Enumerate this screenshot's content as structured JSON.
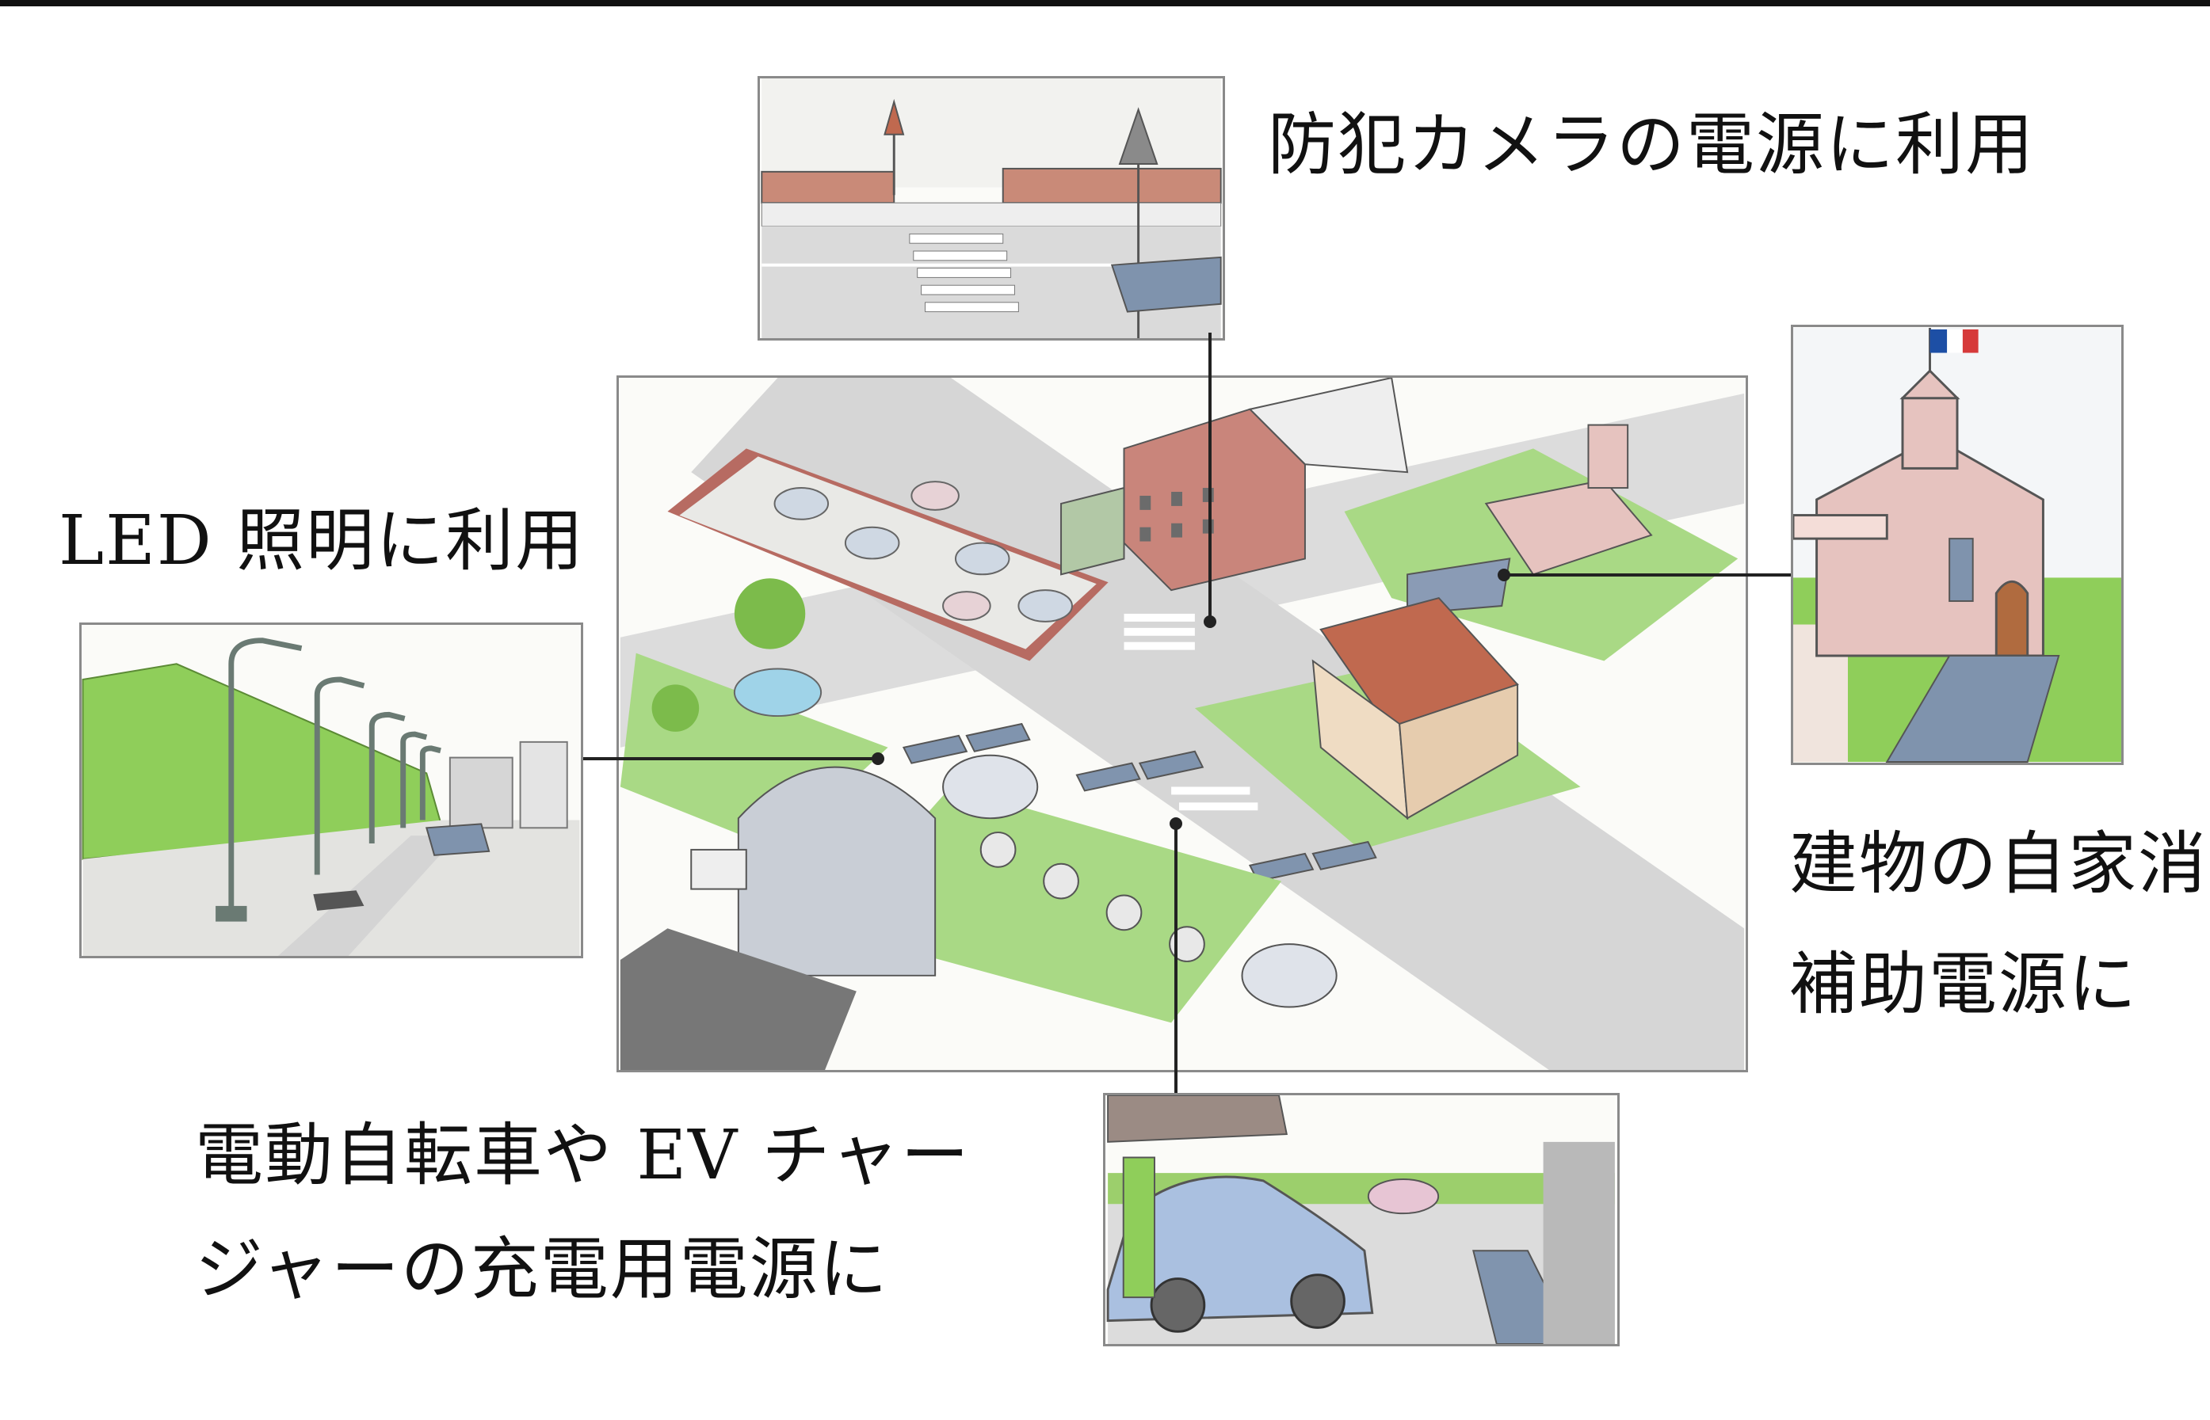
{
  "labels": {
    "camera": "防犯カメラの電源に利用",
    "led": "LED 照明に利用",
    "building_line1": "建物の自家消",
    "building_line2": "補助電源に",
    "ev_line1": "電動自転車や EV チャー",
    "ev_line2": "ジャーの充電用電源に"
  },
  "icons": {
    "camera_panel": "street-crosswalk-illustration",
    "led_panel": "led-streetlight-illustration",
    "building_panel": "church-building-illustration",
    "ev_panel": "ev-car-charging-illustration",
    "central_panel": "town-isometric-illustration"
  },
  "colors": {
    "grass": "#8fce5a",
    "brick": "#c98a78",
    "panel_blue": "#7f93ad",
    "road": "#d9d9d9",
    "car_blue": "#aac0e0"
  }
}
